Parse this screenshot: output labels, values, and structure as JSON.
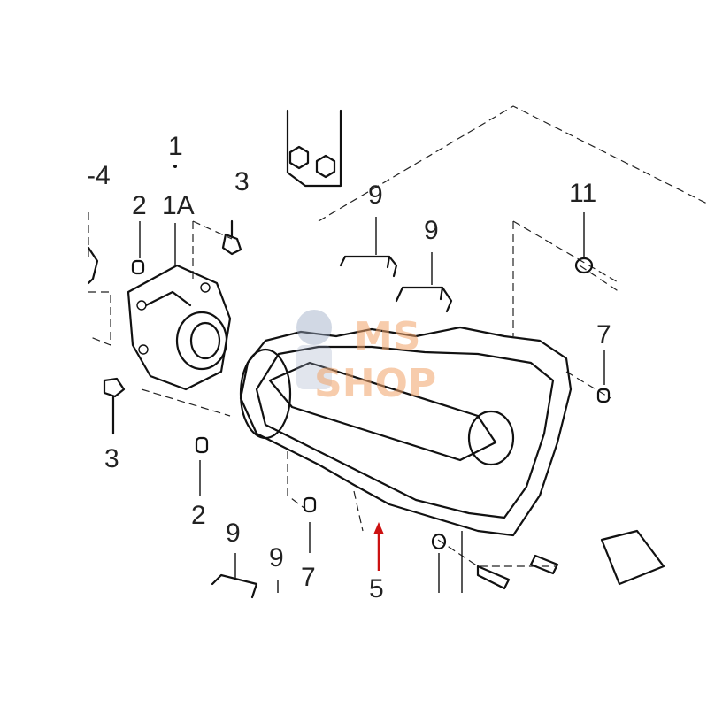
{
  "diagram": {
    "labels": {
      "part_1": "1",
      "part_4": "-4",
      "part_2_top": "2",
      "part_1a": "1A",
      "part_3_top": "3",
      "part_9_a": "9",
      "part_9_b": "9",
      "part_11": "11",
      "part_7_right": "7",
      "part_3_bottom": "3",
      "part_2_bottom": "2",
      "part_9_c": "9",
      "part_9_d": "9",
      "part_7_bottom": "7",
      "part_5": "5"
    },
    "watermark": {
      "line1": "MS",
      "line2": "SHOP"
    },
    "colors": {
      "arrow": "#cc1111",
      "watermark": "#f2a46a",
      "watermark_icon": "#9aa8c4"
    }
  }
}
